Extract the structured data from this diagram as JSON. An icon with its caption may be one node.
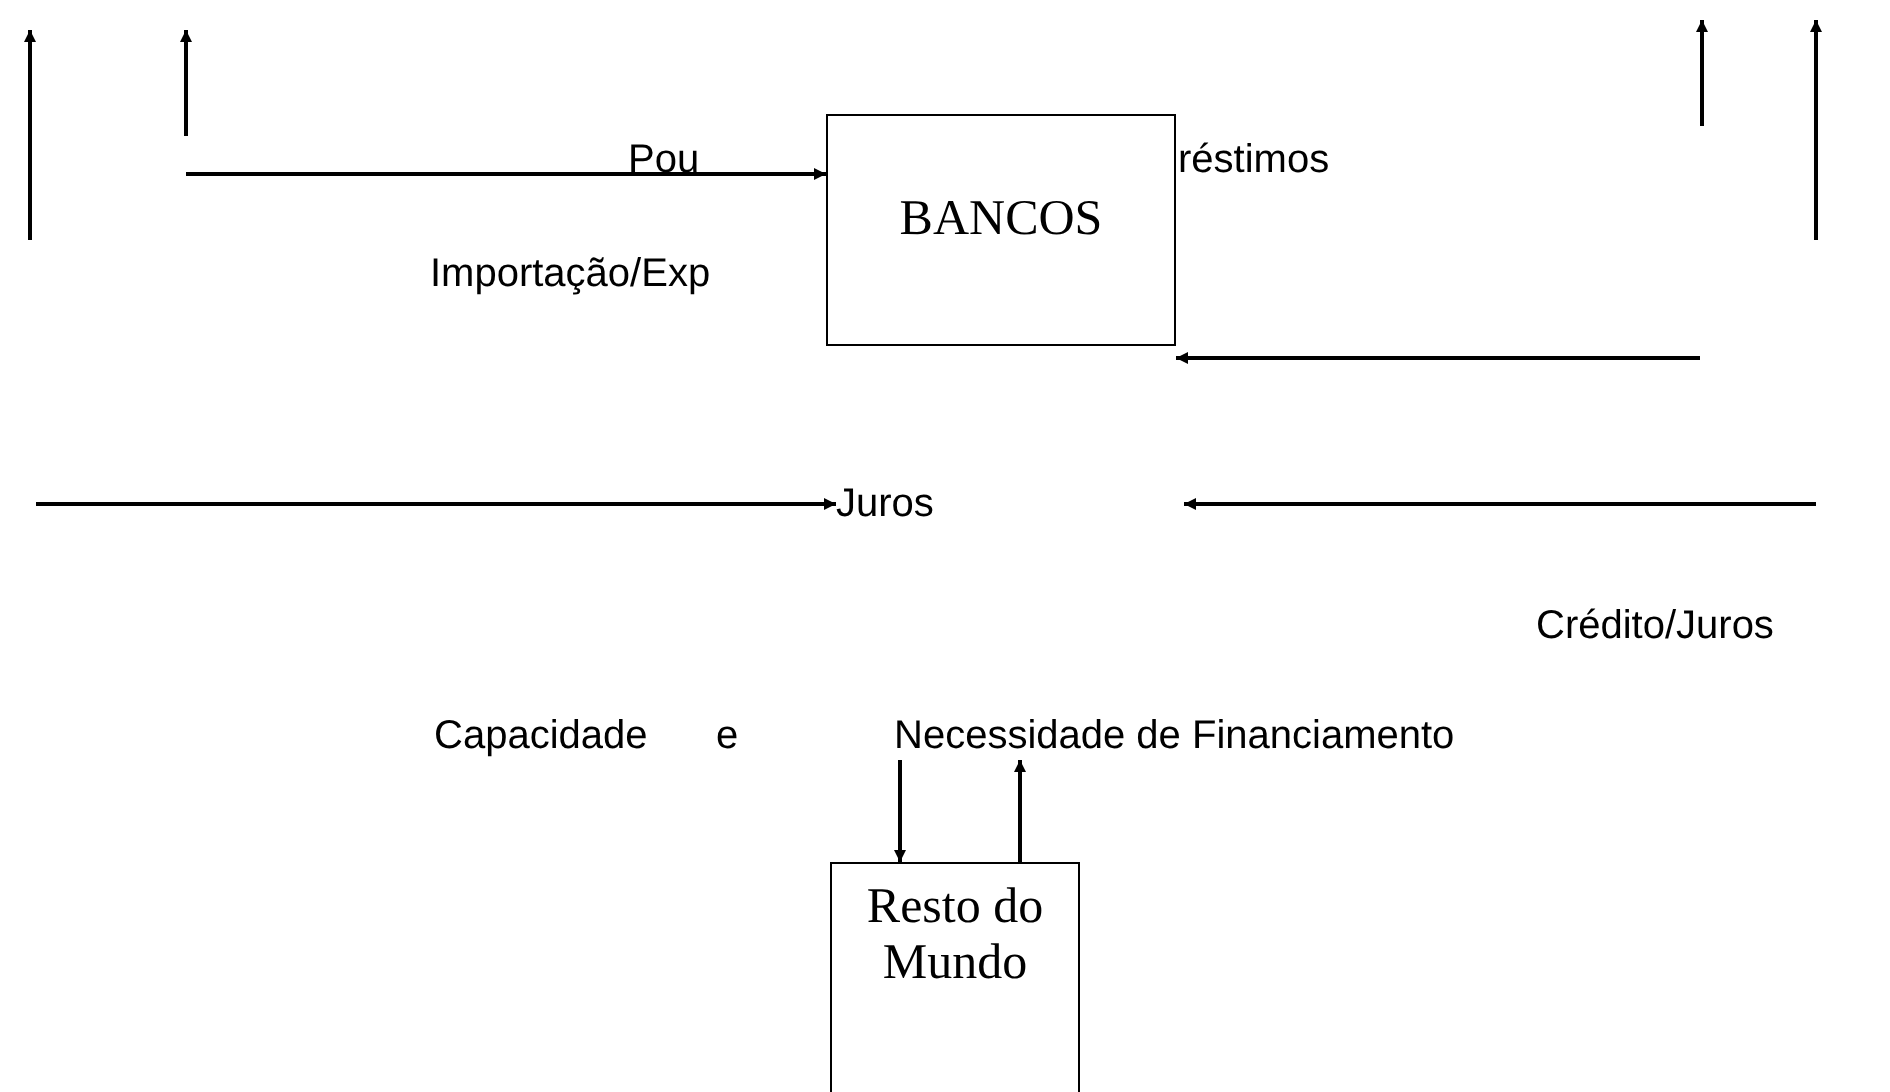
{
  "diagram": {
    "nodes": [
      {
        "text": [
          "BANCOS"
        ]
      },
      {
        "text": [
          "Juros"
        ]
      },
      {
        "text": [
          "Necessidade de Financiamento"
        ]
      },
      {
        "text": [
          "Resto do Mundo"
        ]
      }
    ],
    "edges": [
      {
        "from": null,
        "to": 0,
        "arrow": "to"
      },
      {
        "from": null,
        "to": 0,
        "arrow": "to"
      },
      {
        "from": null,
        "to": 1,
        "arrow": "to"
      },
      {
        "from": 2,
        "to": 3,
        "arrow": "to"
      },
      {
        "from": 3,
        "to": 2,
        "arrow": "to"
      }
    ],
    "labels": [
      "Pou",
      "réstimos",
      "Importação/Exp",
      "Crédito/Juros",
      "Capacidade",
      "e"
    ]
  }
}
